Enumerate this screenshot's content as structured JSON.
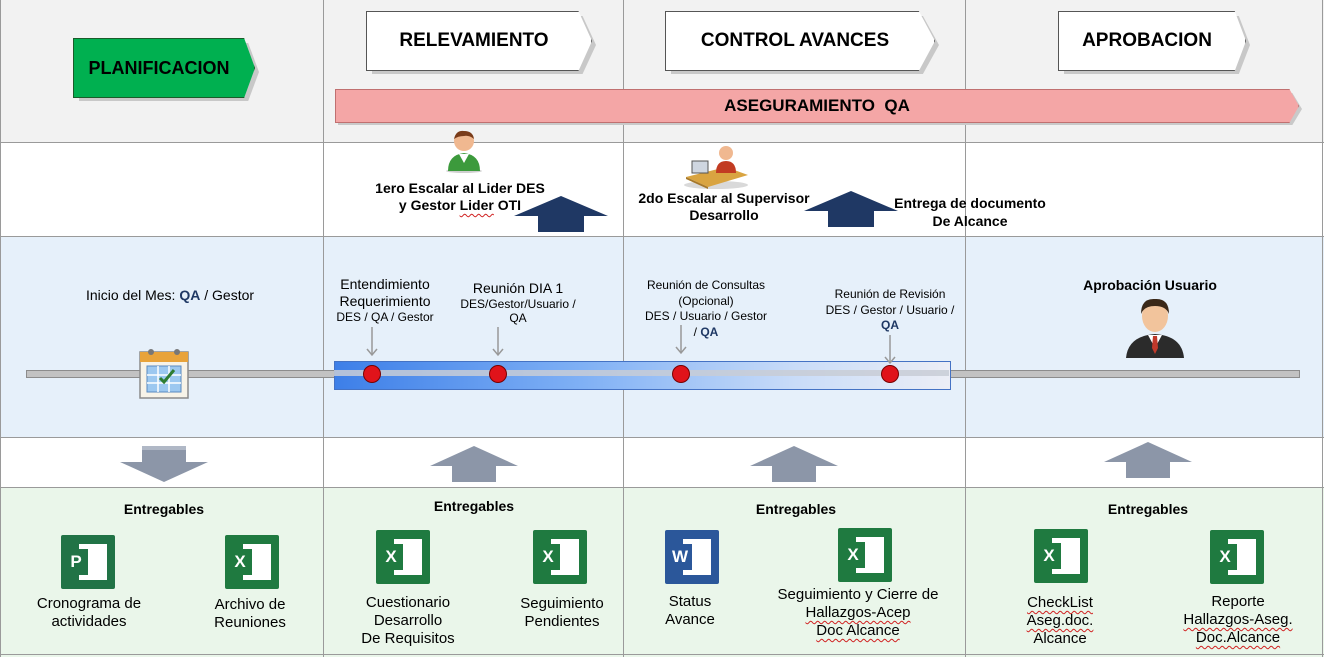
{
  "phases": {
    "planificacion": "PLANIFICACION",
    "relevamiento": "RELEVAMIENTO",
    "control": "CONTROL AVANCES",
    "aprobacion": "APROBACION"
  },
  "qa_bar": "ASEGURAMIENTO  QA",
  "escalation": {
    "first_l1": "1ero Escalar al Lider DES",
    "first_l2a": "y Gestor ",
    "first_l2b": "Lider",
    "first_l2c": " OTI",
    "second_l1": "2do Escalar al Supervisor",
    "second_l2": "Desarrollo",
    "delivery_l1": "Entrega de documento",
    "delivery_l2": "De Alcance"
  },
  "timeline": {
    "inicio_prefix": "Inicio del Mes: ",
    "inicio_qa": "QA",
    "inicio_suffix": " / Gestor",
    "entend_l1": "Entendimiento",
    "entend_l2": "Requerimiento",
    "entend_l3": "DES / QA / Gestor",
    "reunion_dia_l1": "Reunión DIA 1",
    "reunion_dia_l2": "DES/Gestor/Usuario /",
    "reunion_dia_l3": "QA",
    "consultas_l1": "Reunión de Consultas",
    "consultas_l2": "(Opcional)",
    "consultas_l3": "DES / Usuario / Gestor",
    "consultas_l4a": "/ ",
    "consultas_l4b": "QA",
    "revision_l1": "Reunión de Revisión",
    "revision_l2": "DES / Gestor / Usuario /",
    "revision_l3": "QA",
    "aprobacion_usuario": "Aprobación Usuario"
  },
  "deliverables": {
    "heading": "Entregables",
    "col1": {
      "a_l1": "Cronograma de",
      "a_l2": "actividades",
      "b_l1": "Archivo de",
      "b_l2": "Reuniones"
    },
    "col2": {
      "a_l1": "Cuestionario",
      "a_l2": "Desarrollo",
      "a_l3": "De Requisitos",
      "b_l1": "Seguimiento",
      "b_l2": "Pendientes"
    },
    "col3": {
      "a_l1": "Status",
      "a_l2": "Avance",
      "b_l1": "Seguimiento y Cierre de",
      "b_l2": "Hallazgos-Acep",
      "b_l3": "Doc Alcance"
    },
    "col4": {
      "a_l1": "CheckList",
      "a_l2": "Aseg.doc.",
      "a_l3": "Alcance",
      "b_l1": "Reporte",
      "b_l2": "Hallazgos-Aseg.",
      "b_l3": "Doc.Alcance"
    }
  },
  "icons": {
    "excel": "X",
    "word": "W",
    "project": "P"
  },
  "colors": {
    "planificacion": "#00b050",
    "qa_bar": "#f4a6a6",
    "timeline_band": "#e6f0fa",
    "deliverables_band": "#eaf6ea",
    "top_band": "#f2f2f2",
    "navy_arrow": "#1f3864",
    "gray_arrow": "#8c96a8",
    "point": "#e0131a"
  }
}
